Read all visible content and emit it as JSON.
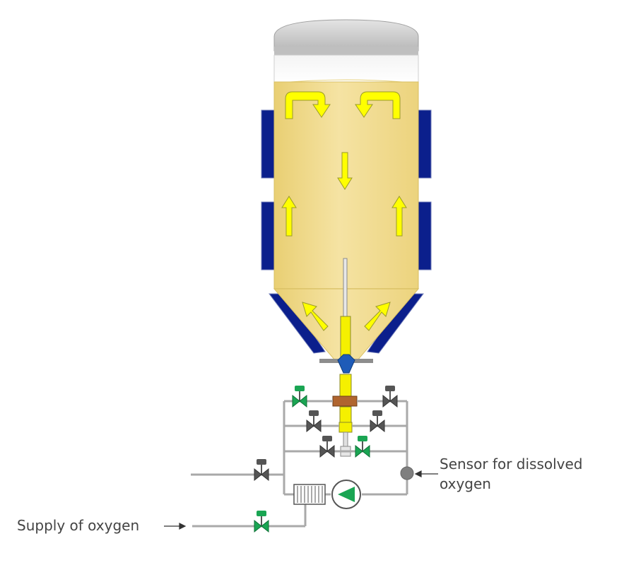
{
  "labels": {
    "sensor_line1": "Sensor for dissolved",
    "sensor_line2": "oxygen",
    "supply": "Supply of oxygen"
  },
  "colors": {
    "liquid": "#f2dc8a",
    "liquid_light": "#f6e6a8",
    "jacket": "#0b1f8c",
    "arrow_fill": "#ffff00",
    "arrow_stroke": "#9a9a2a",
    "pipe": "#a9a9a9",
    "valve_green": "#1aa553",
    "valve_dark": "#555555",
    "dome": "#c9c9c9",
    "sensor": "#7f7f7f",
    "bronze": "#b0652f",
    "blue_fitting": "#1e5bb8"
  }
}
